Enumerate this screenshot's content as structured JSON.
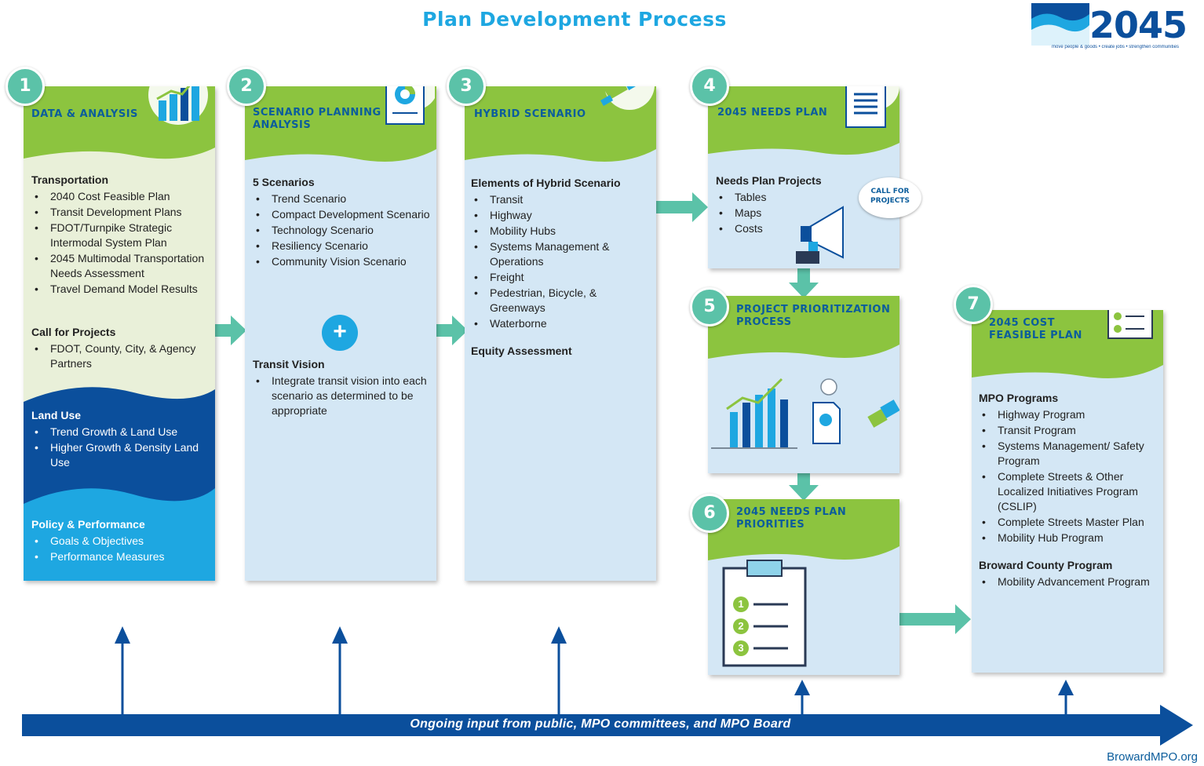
{
  "title": "Plan Development Process",
  "logo": {
    "number": "2045",
    "tagline": "move people & goods • create jobs • strengthen communities"
  },
  "steps": [
    {
      "number": "1",
      "title": "DATA & ANALYSIS",
      "sections": [
        {
          "heading": "Transportation",
          "items": [
            "2040 Cost Feasible Plan",
            "Transit Development Plans",
            "FDOT/Turnpike Strategic Intermodal System Plan",
            "2045 Multimodal Transportation Needs Assessment",
            "Travel Demand Model Results"
          ]
        },
        {
          "heading": "Call for Projects",
          "items": [
            "FDOT, County, City, & Agency Partners"
          ]
        },
        {
          "heading": "Land Use",
          "items": [
            "Trend Growth & Land Use",
            "Higher Growth & Density Land Use"
          ]
        },
        {
          "heading": "Policy & Performance",
          "items": [
            "Goals & Objectives",
            "Performance Measures"
          ]
        }
      ]
    },
    {
      "number": "2",
      "title": "SCENARIO PLANNING ANALYSIS",
      "sections": [
        {
          "heading": "5 Scenarios",
          "items": [
            "Trend Scenario",
            "Compact Development Scenario",
            "Technology Scenario",
            "Resiliency Scenario",
            "Community Vision Scenario"
          ]
        },
        {
          "heading": "Transit Vision",
          "items": [
            "Integrate transit vision into each scenario as determined to be appropriate"
          ]
        }
      ],
      "plus": "+"
    },
    {
      "number": "3",
      "title": "HYBRID SCENARIO",
      "sections": [
        {
          "heading": "Elements of Hybrid Scenario",
          "items": [
            "Transit",
            "Highway",
            "Mobility Hubs",
            "Systems Management & Operations",
            "Freight",
            "Pedestrian, Bicycle, & Greenways",
            "Waterborne"
          ]
        },
        {
          "heading": "Equity Assessment",
          "items": []
        }
      ]
    },
    {
      "number": "4",
      "title": "2045 NEEDS PLAN",
      "sections": [
        {
          "heading": "Needs Plan Projects",
          "items": [
            "Tables",
            "Maps",
            "Costs"
          ]
        }
      ],
      "callout": "CALL FOR PROJECTS"
    },
    {
      "number": "5",
      "title": "PROJECT PRIORITIZATION PROCESS",
      "sections": []
    },
    {
      "number": "6",
      "title": "2045 NEEDS PLAN PRIORITIES",
      "sections": []
    },
    {
      "number": "7",
      "title": "2045 COST FEASIBLE PLAN",
      "sections": [
        {
          "heading": "MPO Programs",
          "items": [
            "Highway Program",
            "Transit Program",
            "Systems Management/ Safety Program",
            "Complete Streets & Other Localized Initiatives Program (CSLIP)",
            "Complete Streets Master Plan",
            "Mobility Hub Program"
          ]
        },
        {
          "heading": "Broward County Program",
          "items": [
            "Mobility Advancement Program"
          ]
        }
      ]
    }
  ],
  "checklist_numbers": [
    "1",
    "2",
    "3"
  ],
  "bottom_bar": "Ongoing input from public, MPO committees, and MPO Board",
  "footer": "BrowardMPO.org",
  "colors": {
    "green": "#8cc43f",
    "light_blue_panel": "#d4e7f5",
    "dark_blue": "#0b4f9c",
    "sky_blue": "#1ea7e1",
    "teal": "#5bc2a8",
    "cream": "#e9f0d9"
  }
}
